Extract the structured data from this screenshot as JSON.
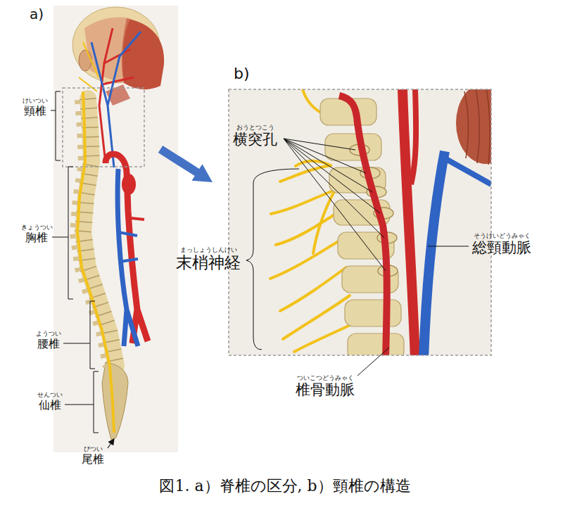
{
  "diagram": {
    "caption": "図1. a）脊椎の区分, b）頸椎の構造",
    "labels": [
      "a)",
      "けいつい",
      "頸椎",
      "きょうつい",
      "胸椎",
      "ようつい",
      "腰椎",
      "せんつい",
      "仙椎",
      "びつい",
      "尾椎",
      "b)",
      "おうとつこう",
      "横突孔",
      "まっしょうしんけい",
      "末梢神経",
      "そうけいどうみゃく",
      "総頸動脈",
      "ついこつどうみゃく",
      "椎骨動脈"
    ]
  }
}
